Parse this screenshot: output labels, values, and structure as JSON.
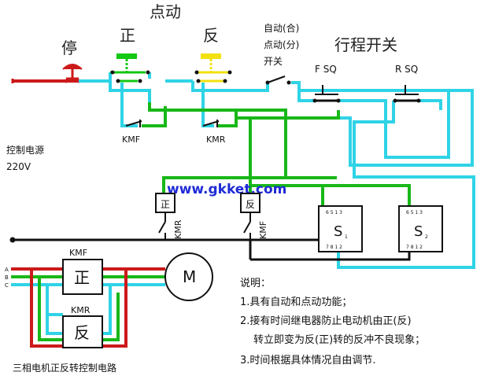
{
  "labels": {
    "jogging": "点动",
    "stop": "停",
    "forward": "正",
    "reverse": "反",
    "auto_mode": "自动(合)",
    "jog_mode": "点动(分)",
    "switch": "开关",
    "travel_switch": "行程开关",
    "fsq": "F SQ",
    "rsq": "R SQ",
    "kmf_contact": "KMF",
    "kmr_contact": "KMR",
    "control_power": "控制电源",
    "voltage": "220V",
    "website": "www.gkket.com",
    "coil_forward": "正",
    "coil_reverse": "反",
    "kmr_vertical": "KMR",
    "kmf_vertical": "KMF",
    "timer1_main": "S",
    "timer1_sub": "1",
    "timer2_main": "S",
    "timer2_sub": "2",
    "timer_pins_top": "6 5 1 3",
    "timer_pins_bottom": "7 8 1 2",
    "motor": "M",
    "kmf_box_label": "KMF",
    "kmr_box_label": "KMR",
    "kmf_box_char": "正",
    "kmr_box_char": "反",
    "phase_a": "A",
    "phase_b": "B",
    "phase_c": "C",
    "caption": "三相电机正反转控制电路"
  },
  "notes": {
    "heading": "说明：",
    "items": [
      "1.具有自动和点动功能；",
      "2.接有时间继电器防止电动机由正(反)",
      "转立即变为反(正)转的反冲不良现象；",
      "3.时间根据具体情况自由调节."
    ]
  },
  "colors": {
    "wire_red": "#cc1a1a",
    "wire_cyan": "#2fd3e6",
    "wire_green": "#18b818",
    "wire_black": "#111111",
    "button_green": "#14c814",
    "button_yellow": "#f2e010",
    "watermark_blue": "#1f2bd6"
  }
}
